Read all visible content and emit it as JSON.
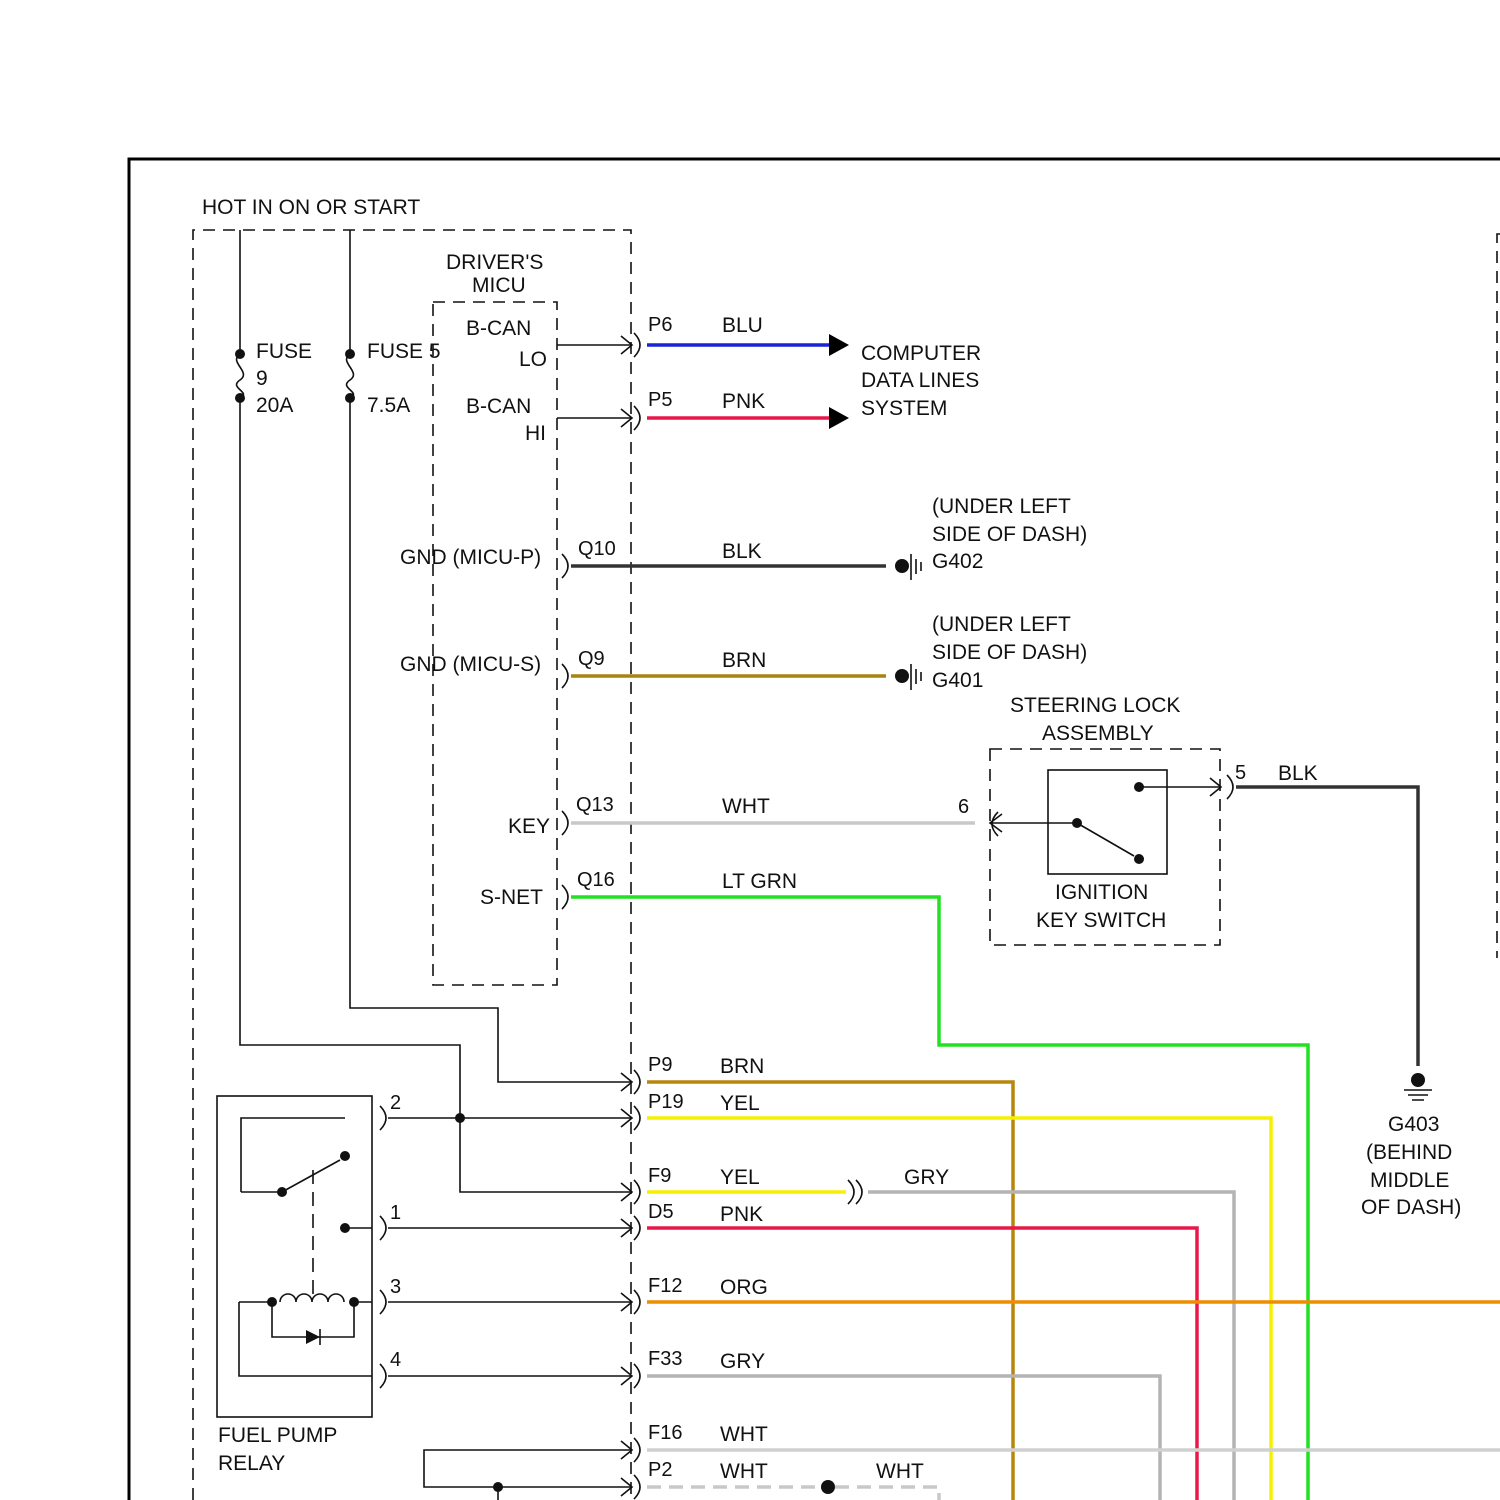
{
  "header": {
    "title": "HOT IN ON OR START"
  },
  "driver_micu": {
    "title_1": "DRIVER'S",
    "title_2": "MICU",
    "bcan_lo_1": "B-CAN",
    "bcan_lo_2": "LO",
    "bcan_hi_1": "B-CAN",
    "bcan_hi_2": "HI",
    "gnd_p": "GND (MICU-P)",
    "gnd_s": "GND (MICU-S)",
    "key": "KEY",
    "snet": "S-NET"
  },
  "fuses": {
    "fuse9_label": "FUSE",
    "fuse9_num": "9",
    "fuse9_rating": "20A",
    "fuse5_label": "FUSE 5",
    "fuse5_rating": "7.5A"
  },
  "connectors": {
    "p6": "P6",
    "p5": "P5",
    "q10": "Q10",
    "q9": "Q9",
    "q13": "Q13",
    "q16": "Q16",
    "p9": "P9",
    "p19": "P19",
    "f9": "F9",
    "d5": "D5",
    "f12": "F12",
    "f33": "F33",
    "f16": "F16",
    "p2": "P2"
  },
  "wire_labels": {
    "blu": "BLU",
    "pnk_p5": "PNK",
    "blk_q10": "BLK",
    "brn_q9": "BRN",
    "wht_q13": "WHT",
    "ltgrn": "LT GRN",
    "brn_p9": "BRN",
    "yel_p19": "YEL",
    "yel_f9": "YEL",
    "gry_f9": "GRY",
    "pnk_d5": "PNK",
    "org": "ORG",
    "gry_f33": "GRY",
    "wht_f16": "WHT",
    "wht_p2": "WHT",
    "wht_p2b": "WHT",
    "blk_lock": "BLK"
  },
  "computer_data": {
    "line1": "COMPUTER",
    "line2": "DATA LINES",
    "line3": "SYSTEM"
  },
  "ground_g402": {
    "line1": "(UNDER LEFT",
    "line2": "SIDE OF DASH)",
    "id": "G402"
  },
  "ground_g401": {
    "line1": "(UNDER LEFT",
    "line2": "SIDE OF DASH)",
    "id": "G401"
  },
  "steering_lock": {
    "title_1": "STEERING LOCK",
    "title_2": "ASSEMBLY",
    "pin6": "6",
    "pin5": "5",
    "switch_1": "IGNITION",
    "switch_2": "KEY SWITCH"
  },
  "ground_g403": {
    "id": "G403",
    "line1": "(BEHIND",
    "line2": "MIDDLE",
    "line3": "OF DASH)"
  },
  "fuel_pump_relay": {
    "title_1": "FUEL PUMP",
    "title_2": "RELAY",
    "pin2": "2",
    "pin1": "1",
    "pin3": "3",
    "pin4": "4"
  },
  "colors": {
    "blu": "#1a24d6",
    "pnk": "#e8184a",
    "blk": "#333333",
    "brn": "#a8840e",
    "wht": "#c8c8c8",
    "ltgrn": "#22e022",
    "brn_p9": "#b8860b",
    "yel": "#f5f000",
    "gry": "#b4b4b4",
    "org": "#f08c00"
  }
}
